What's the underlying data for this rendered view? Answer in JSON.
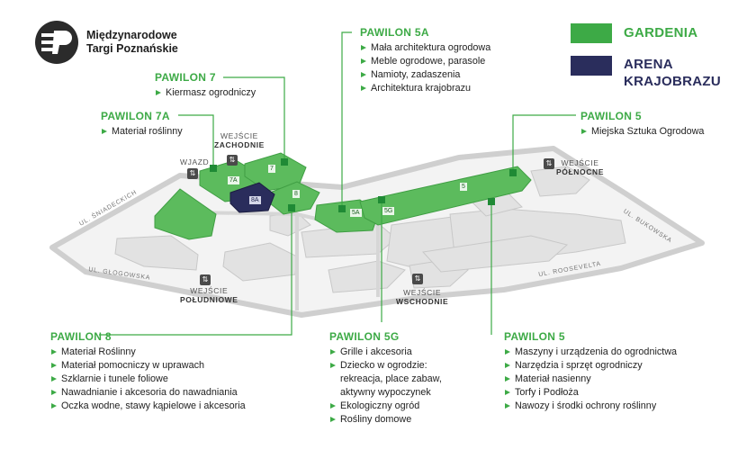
{
  "logo": {
    "line1": "Międzynarodowe",
    "line2": "Targi Poznańskie",
    "icon": "mtp-logo-icon"
  },
  "legend": [
    {
      "label": "GARDENIA",
      "color": "#3daa46"
    },
    {
      "label": "ARENA",
      "label2": "KRAJOBRAZU",
      "color": "#2a2d5c"
    }
  ],
  "colors": {
    "accent": "#3daa46",
    "dark": "#2a2d5c",
    "leader": "#3daa46"
  },
  "pavilions": [
    {
      "key": "p5a",
      "title": "PAWILON 5A",
      "items": [
        "Mała architektura ogrodowa",
        "Meble ogrodowe, parasole",
        "Namioty, zadaszenia",
        "Architektura krajobrazu"
      ]
    },
    {
      "key": "p7",
      "title": "PAWILON 7",
      "items": [
        "Kiermasz ogrodniczy"
      ]
    },
    {
      "key": "p7a",
      "title": "PAWILON 7A",
      "items": [
        "Materiał roślinny"
      ]
    },
    {
      "key": "p5n",
      "title": "PAWILON 5",
      "items": [
        "Miejska Sztuka Ogrodowa"
      ]
    },
    {
      "key": "p8",
      "title": "PAWILON 8",
      "items": [
        "Materiał Roślinny",
        "Materiał pomocniczy w uprawach",
        "Szklarnie i tunele foliowe",
        "Nawadnianie i akcesoria do nawadniania",
        "Oczka wodne, stawy kąpielowe i akcesoria"
      ]
    },
    {
      "key": "p5g",
      "title": "PAWILON 5G",
      "items": [
        "Grille i akcesoria",
        "Dziecko w ogrodzie:",
        "rekreacja, place zabaw,",
        "aktywny wypoczynek",
        "Ekologiczny ogród",
        "Rośliny domowe"
      ]
    },
    {
      "key": "p5s",
      "title": "PAWILON 5",
      "items": [
        "Maszyny i urządzenia do ogrodnictwa",
        "Narzędzia i sprzęt ogrodniczy",
        "Materiał nasienny",
        "Torfy i Podłoża",
        "Nawozy i środki ochrony roślinny"
      ]
    }
  ],
  "gates": {
    "wjazd": "WJAZD",
    "zachodnie": [
      "WEJŚCIE",
      "ZACHODNIE"
    ],
    "polnocne": [
      "WEJŚCIE",
      "PÓŁNOCNE"
    ],
    "poludniowe": [
      "WEJŚCIE",
      "POŁUDNIOWE"
    ],
    "wschodnie": [
      "WEJŚCIE",
      "WSCHODNIE"
    ]
  },
  "streets": {
    "sniadeckich": "UL. ŚNIADECKICH",
    "glogowska": "UL. GŁOGOWSKA",
    "bukowska": "UL. BUKOWSKA",
    "roosevelta": "UL. ROOSEVELTA"
  },
  "halls": {
    "h7a": "7A",
    "h7": "7",
    "h8a": "8A",
    "h8": "8",
    "h5a": "5A",
    "h5g": "5G",
    "h5": "5"
  }
}
